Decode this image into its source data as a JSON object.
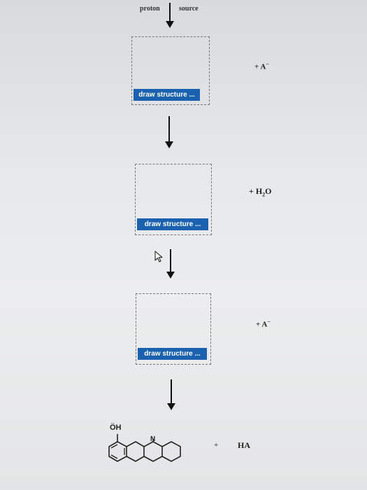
{
  "header": {
    "proton_label": "proton",
    "source_label": "source"
  },
  "steps": [
    {
      "button_label": "draw structure ...",
      "reagent_prefix": "+ A",
      "reagent_sup": "−",
      "reagent_sub": "",
      "reagent_suffix": ""
    },
    {
      "button_label": "draw structure ...",
      "reagent_prefix": "+ H",
      "reagent_sup": "",
      "reagent_sub": "2",
      "reagent_suffix": "O"
    },
    {
      "button_label": "draw structure ...",
      "reagent_prefix": "+ A",
      "reagent_sup": "−",
      "reagent_sub": "",
      "reagent_suffix": ""
    }
  ],
  "product": {
    "oh_label": "ÖH",
    "n_label": "N",
    "plus": "+",
    "byproduct": "HA"
  },
  "icons": {
    "arrow": "down-arrow-icon",
    "cursor": "mouse-pointer-icon"
  },
  "colors": {
    "button_bg": "#1a62b0",
    "button_text": "#ffffff",
    "dashed_border": "#777777"
  }
}
